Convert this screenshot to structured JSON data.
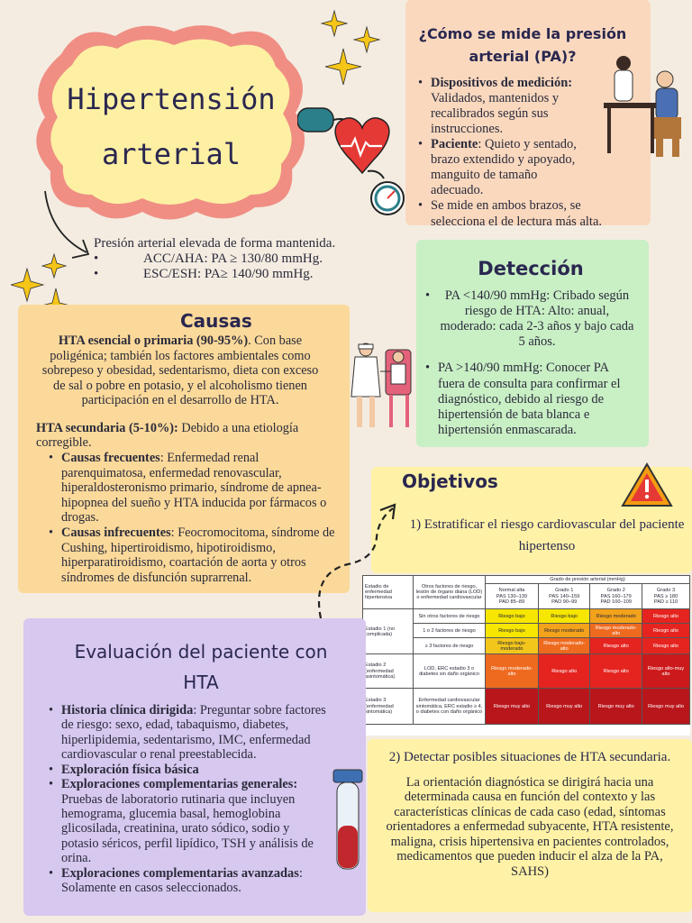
{
  "title": {
    "line1": "Hipertensión",
    "line2": "arterial"
  },
  "definition": {
    "text": "Presión arterial elevada de forma mantenida.",
    "items": [
      "ACC/AHA: PA ≥ 130/80 mmHg.",
      "ESC/ESH: PA≥ 140/90 mmHg."
    ]
  },
  "measure": {
    "title_line1": "¿Cómo se mide la presión",
    "title_line2": "arterial (PA)?",
    "items": [
      {
        "bold": "Dispositivos de medición:",
        "text": " Validados, mantenidos y recalibrados según sus instrucciones."
      },
      {
        "bold": "Paciente",
        "text": ": Quieto y sentado, brazo extendido y apoyado, manguito de tamaño adecuado."
      },
      {
        "bold": "",
        "text": "Se mide en ambos brazos, se selecciona el de lectura más alta."
      }
    ]
  },
  "detection": {
    "title": "Detección",
    "items": [
      {
        "bold": "PA <140/90 mmHg",
        "text": ": Cribado según riesgo de HTA: Alto: anual, moderado: cada 2-3 años y bajo cada 5 años."
      },
      {
        "bold": "PA >140/90 mmHg",
        "text": ": Conocer PA fuera de consulta para confirmar el diagnóstico, debido al riesgo de hipertensión de bata blanca e hipertensión enmascarada."
      }
    ]
  },
  "causes": {
    "title": "Causas",
    "primary_bold": "HTA esencial o primaria (90-95%)",
    "primary_text": ". Con base poligénica; también los factores ambientales como sobrepeso y obesidad, sedentarismo, dieta con exceso de sal o pobre en potasio, y el alcoholismo tienen participación en el desarrollo de HTA.",
    "secondary_bold": "HTA secundaria (5-10%):",
    "secondary_text": " Debido a una etiología corregible.",
    "items": [
      {
        "bold": "Causas frecuentes",
        "text": ": Enfermedad renal parenquimatosa, enfermedad renovascular, hiperaldosteronismo primario, síndrome de apnea-hipopnea del sueño y HTA inducida por fármacos o drogas."
      },
      {
        "bold": "Causas infrecuentes",
        "text": ": Feocromocitoma, síndrome de Cushing, hipertiroidismo, hipotiroidismo, hiperparatiroidismo, coartación de aorta y otros síndromes de disfunción suprarrenal."
      }
    ]
  },
  "objectives": {
    "title": "Objetivos",
    "obj1": "1) Estratificar el riesgo cardiovascular del paciente hipertenso",
    "obj2_title": "2) Detectar posibles situaciones de HTA secundaria.",
    "obj2_text": "La orientación diagnóstica se dirigirá hacia una determinada causa en función del contexto y las características clínicas de cada caso (edad, síntomas orientadores a enfermedad subyacente, HTA resistente, maligna, crisis hipertensiva en pacientes controlados, medicamentos que pueden inducir el alza de la PA, SAHS)"
  },
  "risk_table": {
    "header_grade": "Grado de presión arterial (mmHg)",
    "col_stage": "Estadio de enfermedad hipertensiva",
    "col_factors": "Otros factores de riesgo, lesión de órgano diana (LOD) o enfermedad cardiovascular",
    "grades": [
      {
        "name": "Normal alta",
        "l1": "PAS 130–139",
        "l2": "PAD 85–89"
      },
      {
        "name": "Grado 1",
        "l1": "PAS 140–159",
        "l2": "PAD 90–99"
      },
      {
        "name": "Grado 2",
        "l1": "PAS 160–179",
        "l2": "PAD 100–109"
      },
      {
        "name": "Grado 3",
        "l1": "PAS ≥ 180",
        "l2": "PAD ≥ 110"
      }
    ],
    "stage1": "Estadio 1 (no complicada)",
    "stage2": "Estadio 2 (enfermedad asintomática)",
    "stage3": "Estadio 3 (enfermedad sintomática)",
    "rows": [
      {
        "factor": "Sin otros factores de riesgo",
        "cells": [
          "Riesgo bajo",
          "Riesgo bajo",
          "Riesgo moderado",
          "Riesgo alto"
        ]
      },
      {
        "factor": "1 o 2 factores de riesgo",
        "cells": [
          "Riesgo bajo",
          "Riesgo moderado",
          "Riesgo moderado-alto",
          "Riesgo alto"
        ]
      },
      {
        "factor": "≥ 3 factores de riesgo",
        "cells": [
          "Riesgo bajo-moderado",
          "Riesgo moderado-alto",
          "Riesgo alto",
          "Riesgo alto"
        ]
      },
      {
        "factor": "LOD, ERC estadio 3 o diabetes sin daño orgánico",
        "cells": [
          "Riesgo moderado-alto",
          "Riesgo alto",
          "Riesgo alto",
          "Riesgo alto-muy alto"
        ]
      },
      {
        "factor": "Enfermedad cardiovascular sintomática, ERC estadio ≥ 4, o diabetes con daño orgánico",
        "cells": [
          "Riesgo muy alto",
          "Riesgo muy alto",
          "Riesgo muy alto",
          "Riesgo muy alto"
        ]
      }
    ],
    "colors": {
      "green": "#4fb04a",
      "yellow": "#f6e600",
      "orange": "#f3a21b",
      "red": "#e52420",
      "darkred": "#b9161b"
    }
  },
  "evaluation": {
    "title_line1": "Evaluación del paciente con",
    "title_line2": "HTA",
    "items": [
      {
        "bold": "Historia clínica dirigida",
        "text": ": Preguntar sobre factores de riesgo: sexo, edad, tabaquismo, diabetes, hiperlipidemia, sedentarismo, IMC, enfermedad cardiovascular o renal preestablecida."
      },
      {
        "bold": "Exploración física básica",
        "text": ""
      },
      {
        "bold": "  Exploraciones complementarias generales:",
        "text": " Pruebas de laboratorio rutinaria que incluyen hemograma, glucemia basal, hemoglobina glicosilada, creatinina, urato sódico, sodio y potasio séricos, perfil lipídico, TSH y análisis de orina."
      },
      {
        "bold": "Exploraciones complementarias avanzadas",
        "text": ": Solamente en casos seleccionados."
      }
    ]
  },
  "icons": [
    "heart-icon",
    "pressure-gauge-icon",
    "sparkle-icon",
    "warning-icon",
    "test-tube-icon"
  ]
}
